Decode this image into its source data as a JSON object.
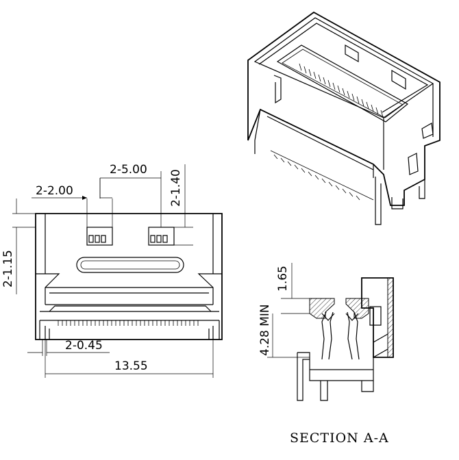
{
  "front_view": {
    "dims": {
      "spacing_2_00": "2-2.00",
      "spacing_5_00": "2-5.00",
      "height_1_40": "2-1.40",
      "height_1_15": "2-1.15",
      "pin_0_45": "2-0.45",
      "width_13_55": "13.55"
    }
  },
  "section_view": {
    "dims": {
      "dim_1_65": "1.65",
      "dim_4_28_min": "4.28 MIN"
    },
    "caption": "SECTION A-A"
  }
}
